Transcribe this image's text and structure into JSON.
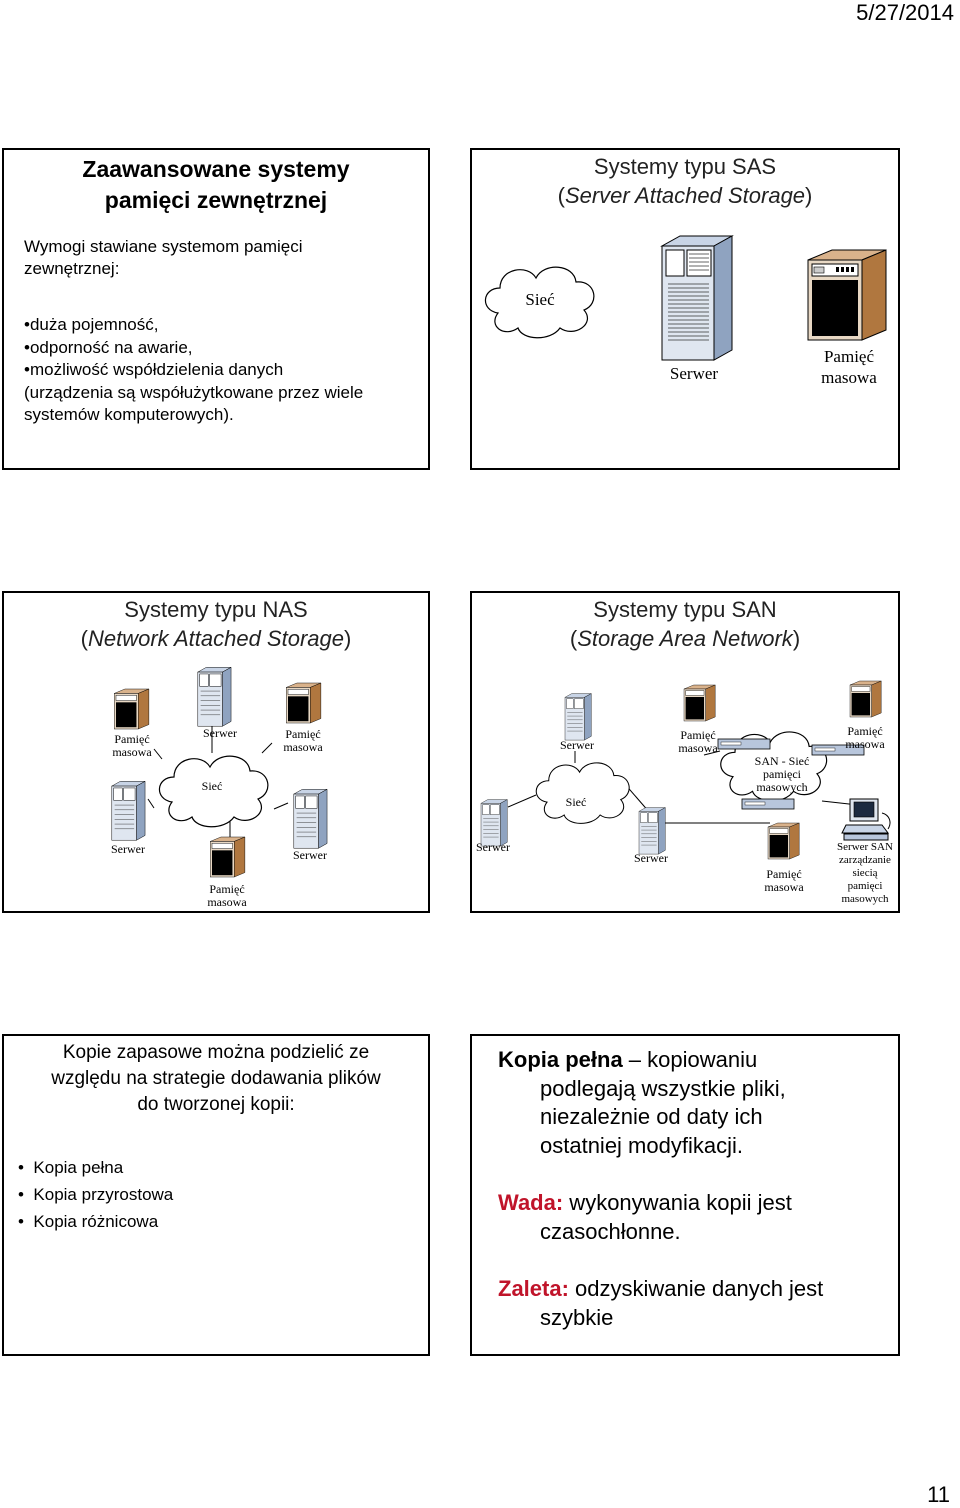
{
  "header": {
    "date": "5/27/2014"
  },
  "page_number": "11",
  "slide1": {
    "title_line1": "Zaawansowane systemy",
    "title_line2": "pamięci zewnętrznej",
    "intro_line1": "Wymogi stawiane systemom pamięci",
    "intro_line2": "zewnętrznej:",
    "bullets": [
      "•duża pojemność,",
      "•odporność na awarie,",
      "•możliwość współdzielenia danych",
      "(urządzenia są współużytkowane przez wiele",
      "systemów komputerowych)."
    ]
  },
  "slide2": {
    "title_line1": "Systemy typu SAS",
    "title_line2_prefix": "(",
    "title_line2_italic": "Server Attached Storage",
    "title_line2_suffix": ")",
    "net_label": "Sieć",
    "server_label": "Serwer",
    "storage_label_1": "Pamięć",
    "storage_label_2": "masowa"
  },
  "slide3": {
    "title_line1": "Systemy typu NAS",
    "title_line2_prefix": "(",
    "title_line2_italic": "Network Attached Storage",
    "title_line2_suffix": ")",
    "storage_1": "Pamięć",
    "storage_2": "masowa",
    "server": "Serwer",
    "net": "Sieć"
  },
  "slide4": {
    "title_line1": "Systemy typu SAN",
    "title_line2_prefix": "(",
    "title_line2_italic": "Storage Area Network",
    "title_line2_suffix": ")",
    "server": "Serwer",
    "net": "Sieć",
    "storage_1": "Pamięć",
    "storage_2": "masowa",
    "san_1": "SAN - Sieć",
    "san_2": "pamięci",
    "san_3": "masowych",
    "mgmt_1": "Serwer SAN",
    "mgmt_2": "zarządzanie",
    "mgmt_3": "siecią",
    "mgmt_4": "pamięci",
    "mgmt_5": "masowych"
  },
  "slide5": {
    "title_line1": "Kopie zapasowe można podzielić ze",
    "title_line2": "względu na strategie dodawania plików",
    "title_line3": "do tworzonej kopii:",
    "items": [
      "Kopia pełna",
      "Kopia przyrostowa",
      "Kopia różnicowa"
    ]
  },
  "slide6": {
    "bold_term": "Kopia pełna",
    "line1_rest": " – kopiowaniu",
    "line2": "podlegają wszystkie pliki,",
    "line3": "niezależnie od daty ich",
    "line4": "ostatniej modyfikacji.",
    "wada_label": "Wada:",
    "wada_rest": " wykonywania kopii jest",
    "wada_line2": "czasochłonne.",
    "zaleta_label": "Zaleta:",
    "zaleta_rest": " odzyskiwanie danych jest",
    "zaleta_line2": "szybkie",
    "accent_color": "#c0142a"
  }
}
